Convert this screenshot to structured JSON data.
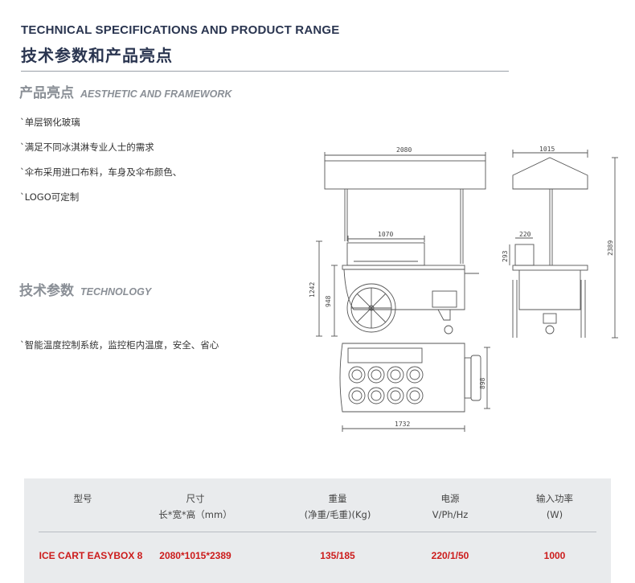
{
  "header": {
    "title_en": "TECHNICAL SPECIFICATIONS AND PRODUCT RANGE",
    "title_cn": "技术参数和产品亮点"
  },
  "sections": {
    "aesthetic": {
      "cn": "产品亮点",
      "en": "AESTHETIC AND FRAMEWORK"
    },
    "technology": {
      "cn": "技术参数",
      "en": "TECHNOLOGY"
    }
  },
  "features": [
    "`单层钢化玻璃",
    "`满足不同冰淇淋专业人士的需求",
    "`伞布采用进口布料，车身及伞布颜色、",
    "`LOGO可定制",
    "`智能温度控制系统，监控柜内温度，安全、省心"
  ],
  "dimensions": {
    "front_width": "2080",
    "showcase_width": "1070",
    "front_total_height": "1242",
    "front_body_height": "948",
    "side_width": "1015",
    "side_showcase_width": "220",
    "side_showcase_height": "293",
    "total_height": "2389",
    "top_depth": "898",
    "top_length": "1732"
  },
  "table": {
    "headers": [
      {
        "line1": "型号",
        "line2": ""
      },
      {
        "line1": "尺寸",
        "line2": "长*宽*高（mm）"
      },
      {
        "line1": "重量",
        "line2": "(净重/毛重)(Kg)"
      },
      {
        "line1": "电源",
        "line2": "V/Ph/Hz"
      },
      {
        "line1": "输入功率",
        "line2": "(W)"
      }
    ],
    "row": [
      "ICE CART EASYBOX 8",
      "2080*1015*2389",
      "135/185",
      "220/1/50",
      "1000"
    ]
  },
  "colors": {
    "title": "#2a3550",
    "section": "#8a8f96",
    "value_red": "#cc1b1b",
    "table_bg": "#e9ebed"
  }
}
